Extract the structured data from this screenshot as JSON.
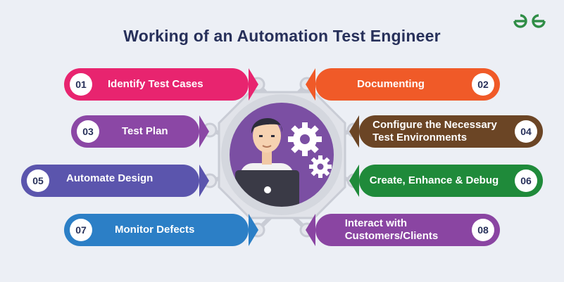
{
  "title": "Working of an Automation Test Engineer",
  "logo": {
    "icon": "gfg-logo-icon"
  },
  "colors": {
    "background": "#eceff5",
    "title": "#27305a",
    "hub_ring": "#d3d6de",
    "hub_fill": "#7b4fa3"
  },
  "steps": [
    {
      "number": "01",
      "label": "Identify Test Cases",
      "color": "#e8246f"
    },
    {
      "number": "02",
      "label": "Documenting",
      "color": "#f05a28"
    },
    {
      "number": "03",
      "label": "Test Plan",
      "color": "#8b47a5"
    },
    {
      "number": "04",
      "label": "Configure the Necessary Test Environments",
      "label_lines": [
        "Configure the Necessary",
        "Test Environments"
      ],
      "color": "#6b4525"
    },
    {
      "number": "05",
      "label": "Automate Design",
      "color": "#5b55ad"
    },
    {
      "number": "06",
      "label": "Create, Enhance & Debug",
      "color": "#1f8a3a"
    },
    {
      "number": "07",
      "label": "Monitor Defects",
      "color": "#2c7fc6"
    },
    {
      "number": "08",
      "label": "Interact with Customers/Clients",
      "label_lines": [
        "Interact with",
        "Customers/Clients"
      ],
      "color": "#8a45a2"
    }
  ]
}
